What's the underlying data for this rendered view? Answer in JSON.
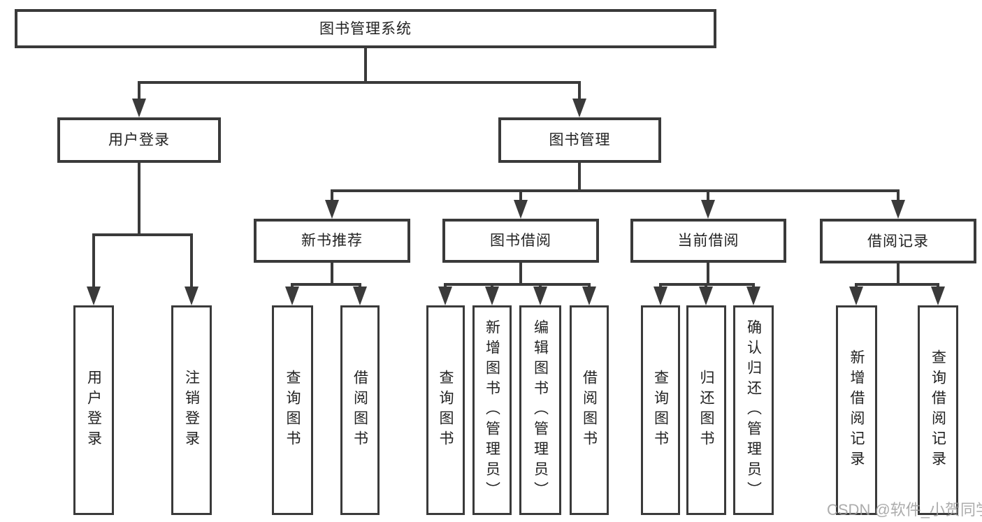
{
  "diagram": {
    "root": {
      "label": "图书管理系统"
    },
    "level2": [
      {
        "label": "用户登录",
        "children": [
          {
            "label": "用户登录"
          },
          {
            "label": "注销登录"
          }
        ]
      },
      {
        "label": "图书管理",
        "children": [
          {
            "label": "新书推荐",
            "children": [
              {
                "label": "查询图书"
              },
              {
                "label": "借阅图书"
              }
            ]
          },
          {
            "label": "图书借阅",
            "children": [
              {
                "label": "查询图书"
              },
              {
                "label": "新增图书（管理员）"
              },
              {
                "label": "编辑图书（管理员）"
              },
              {
                "label": "借阅图书"
              }
            ]
          },
          {
            "label": "当前借阅",
            "children": [
              {
                "label": "查询图书"
              },
              {
                "label": "归还图书"
              },
              {
                "label": "确认归还（管理员）"
              }
            ]
          },
          {
            "label": "借阅记录",
            "children": [
              {
                "label": "新增借阅记录"
              },
              {
                "label": "查询借阅记录"
              }
            ]
          }
        ]
      }
    ],
    "watermark": "CSDN @软件_小贺同学"
  },
  "colors": {
    "line": "#3a3a3a",
    "box_border": "#3a3a3a",
    "text": "#222222",
    "watermark": "#9e9e9e",
    "background": "#ffffff"
  }
}
